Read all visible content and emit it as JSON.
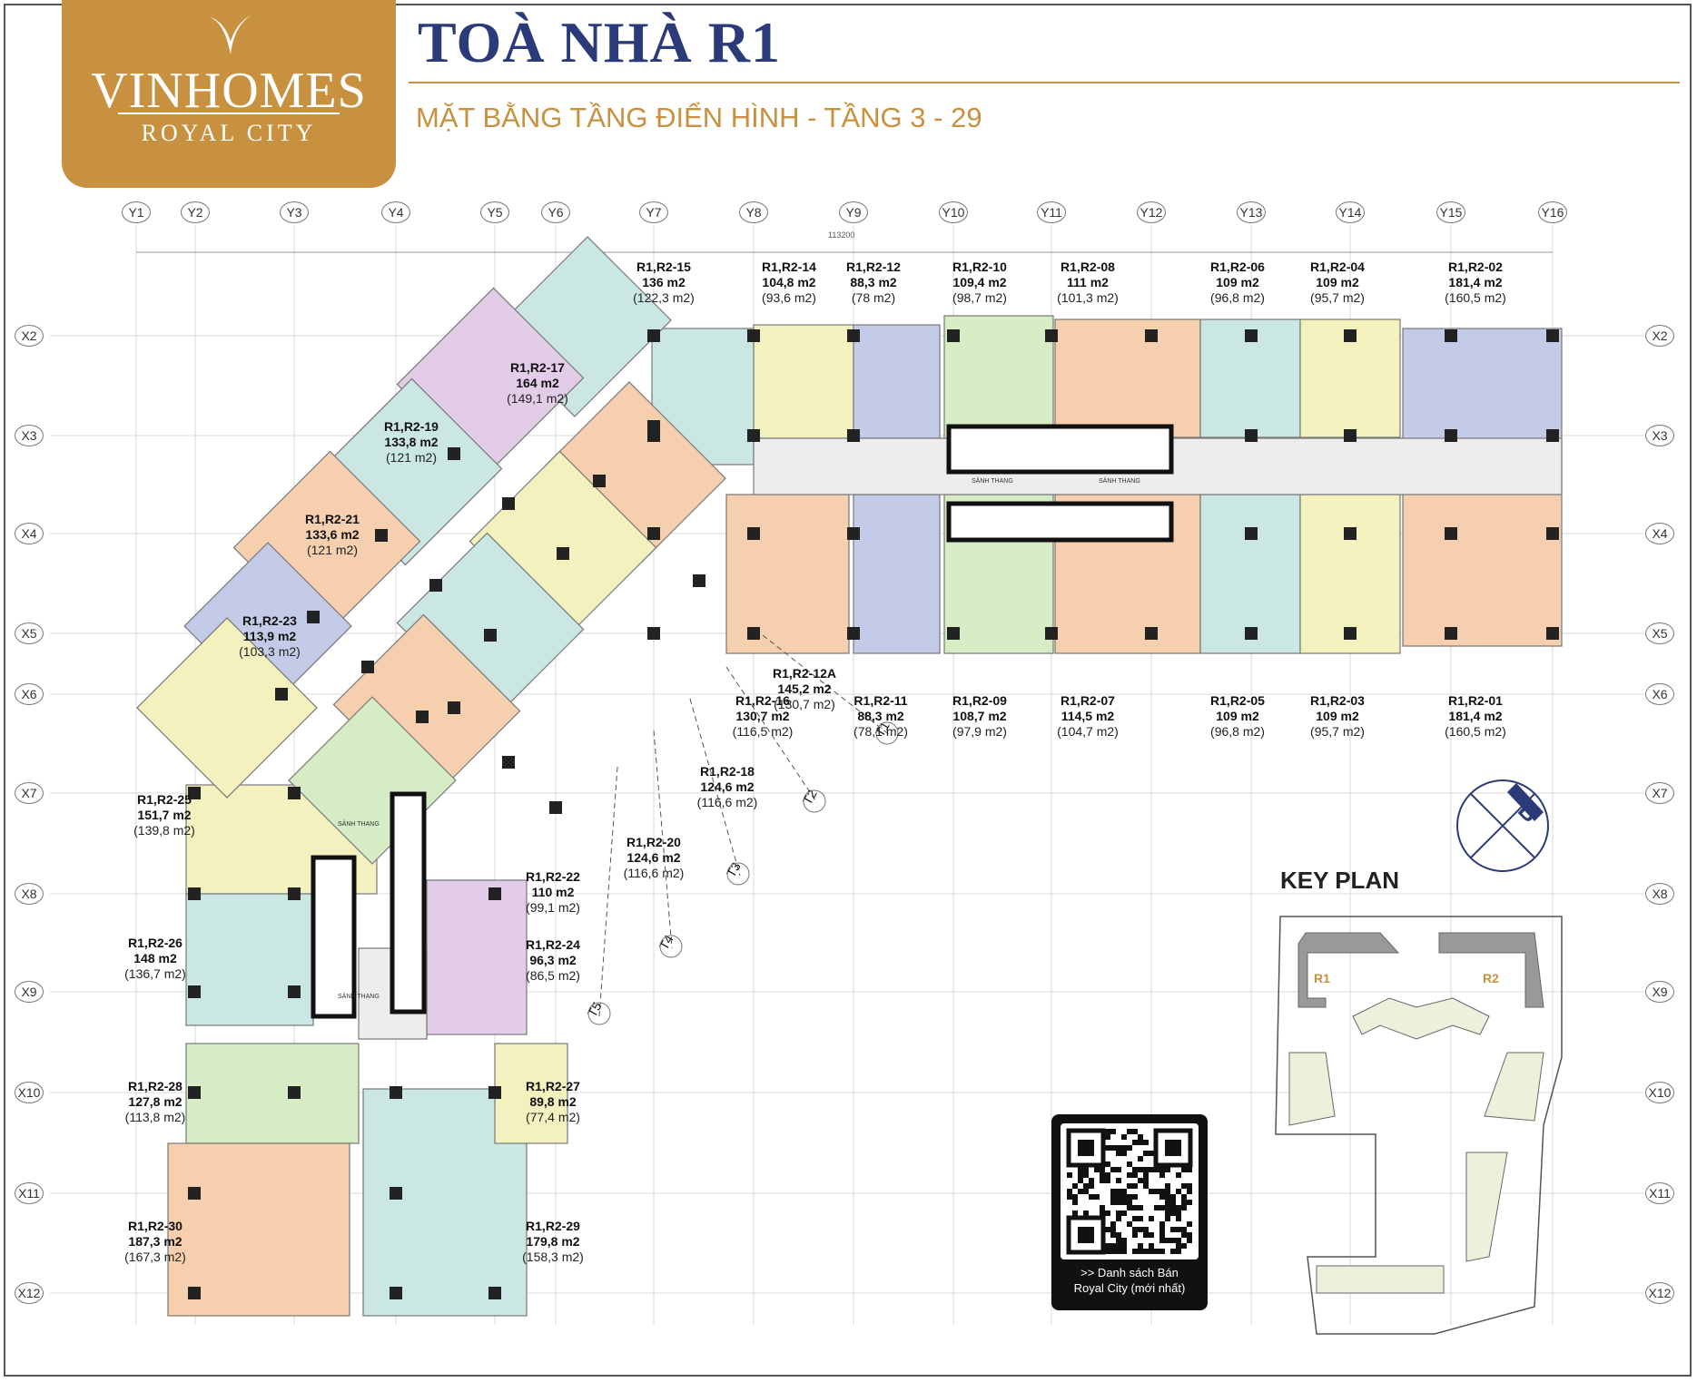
{
  "logo": {
    "brand": "VINHOMES",
    "sub": "ROYAL CITY",
    "color": "#c8913f"
  },
  "title": "TOÀ NHÀ R1",
  "subtitle": "MẶT BẰNG TẦNG ĐIỂN HÌNH - TẦNG 3 - 29",
  "axes_top": [
    "Y1",
    "Y2",
    "Y3",
    "Y4",
    "Y5",
    "Y6",
    "Y7",
    "Y8",
    "Y9",
    "Y10",
    "Y11",
    "Y12",
    "Y13",
    "Y14",
    "Y15",
    "Y16"
  ],
  "axes_side": [
    "X2",
    "X3",
    "X4",
    "X5",
    "X6",
    "X7",
    "X8",
    "X9",
    "X10",
    "X11",
    "X12"
  ],
  "sections": [
    "T1",
    "T2",
    "T3",
    "T4",
    "T5"
  ],
  "lobby_labels": [
    "SẢNH THANG",
    "SẢNH THANG",
    "SẢNH THANG",
    "SẢNH THANG"
  ],
  "overall_dimension": "113200",
  "units": [
    {
      "code": "R1,R2-15",
      "area": "136 m2",
      "net": "(122,3 m2)"
    },
    {
      "code": "R1,R2-14",
      "area": "104,8 m2",
      "net": "(93,6 m2)"
    },
    {
      "code": "R1,R2-12",
      "area": "88,3 m2",
      "net": "(78 m2)"
    },
    {
      "code": "R1,R2-10",
      "area": "109,4 m2",
      "net": "(98,7 m2)"
    },
    {
      "code": "R1,R2-08",
      "area": "111 m2",
      "net": "(101,3 m2)"
    },
    {
      "code": "R1,R2-06",
      "area": "109 m2",
      "net": "(96,8 m2)"
    },
    {
      "code": "R1,R2-04",
      "area": "109 m2",
      "net": "(95,7 m2)"
    },
    {
      "code": "R1,R2-02",
      "area": "181,4 m2",
      "net": "(160,5 m2)"
    },
    {
      "code": "R1,R2-17",
      "area": "164 m2",
      "net": "(149,1 m2)"
    },
    {
      "code": "R1,R2-19",
      "area": "133,8 m2",
      "net": "(121 m2)"
    },
    {
      "code": "R1,R2-21",
      "area": "133,6 m2",
      "net": "(121 m2)"
    },
    {
      "code": "R1,R2-23",
      "area": "113,9 m2",
      "net": "(103,3 m2)"
    },
    {
      "code": "R1,R2-12A",
      "area": "145,2 m2",
      "net": "(130,7 m2)"
    },
    {
      "code": "R1,R2-16",
      "area": "130,7 m2",
      "net": "(116,5 m2)"
    },
    {
      "code": "R1,R2-11",
      "area": "88,3 m2",
      "net": "(78,1 m2)"
    },
    {
      "code": "R1,R2-09",
      "area": "108,7 m2",
      "net": "(97,9 m2)"
    },
    {
      "code": "R1,R2-07",
      "area": "114,5 m2",
      "net": "(104,7 m2)"
    },
    {
      "code": "R1,R2-05",
      "area": "109 m2",
      "net": "(96,8 m2)"
    },
    {
      "code": "R1,R2-03",
      "area": "109 m2",
      "net": "(95,7 m2)"
    },
    {
      "code": "R1,R2-01",
      "area": "181,4 m2",
      "net": "(160,5 m2)"
    },
    {
      "code": "R1,R2-18",
      "area": "124,6 m2",
      "net": "(116,6 m2)"
    },
    {
      "code": "R1,R2-20",
      "area": "124,6 m2",
      "net": "(116,6 m2)"
    },
    {
      "code": "R1,R2-25",
      "area": "151,7 m2",
      "net": "(139,8 m2)"
    },
    {
      "code": "R1,R2-22",
      "area": "110 m2",
      "net": "(99,1 m2)"
    },
    {
      "code": "R1,R2-26",
      "area": "148 m2",
      "net": "(136,7 m2)"
    },
    {
      "code": "R1,R2-24",
      "area": "96,3 m2",
      "net": "(86,5 m2)"
    },
    {
      "code": "R1,R2-28",
      "area": "127,8 m2",
      "net": "(113,8 m2)"
    },
    {
      "code": "R1,R2-27",
      "area": "89,8 m2",
      "net": "(77,4 m2)"
    },
    {
      "code": "R1,R2-30",
      "area": "187,3 m2",
      "net": "(167,3 m2)"
    },
    {
      "code": "R1,R2-29",
      "area": "179,8 m2",
      "net": "(158,3 m2)"
    }
  ],
  "compass_letter": "B",
  "key_plan": {
    "title": "KEY PLAN",
    "r1": "R1",
    "r2": "R2"
  },
  "qr": {
    "line1": ">> Danh sách Bán",
    "line2": "Royal City (mới nhất)"
  },
  "colors": {
    "navy": "#2b3a78",
    "gold": "#c8913f",
    "yellow": "#f3f1bd",
    "green": "#d6ecc4",
    "orange": "#f6cfae",
    "blue": "#c4cbe8",
    "teal": "#cbe7e3",
    "violet": "#e3cce8"
  }
}
